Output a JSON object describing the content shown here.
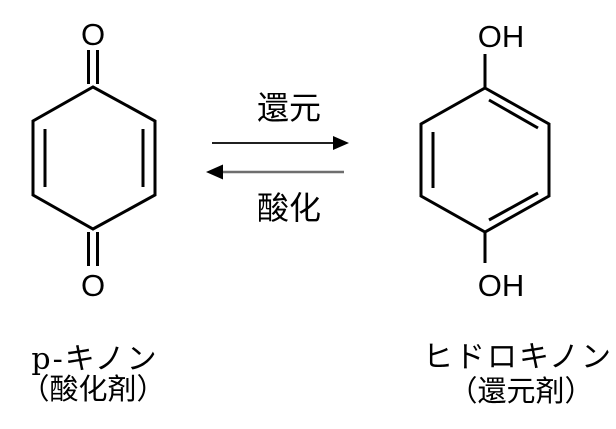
{
  "reaction": {
    "forward_label": "還元",
    "reverse_label": "酸化",
    "left_molecule": {
      "top_atom": "O",
      "bottom_atom": "O",
      "name": "p-キノン",
      "role": "（酸化剤）"
    },
    "right_molecule": {
      "top_group": "OH",
      "bottom_group": "OH",
      "name": "ヒドロキノン",
      "role": "（還元剤）"
    },
    "colors": {
      "bond": "#000000",
      "text": "#000000",
      "forward_arrow": "#000000",
      "reverse_arrow_shaft": "#6e6e6e",
      "reverse_arrow_head": "#000000",
      "background": "#ffffff"
    }
  }
}
